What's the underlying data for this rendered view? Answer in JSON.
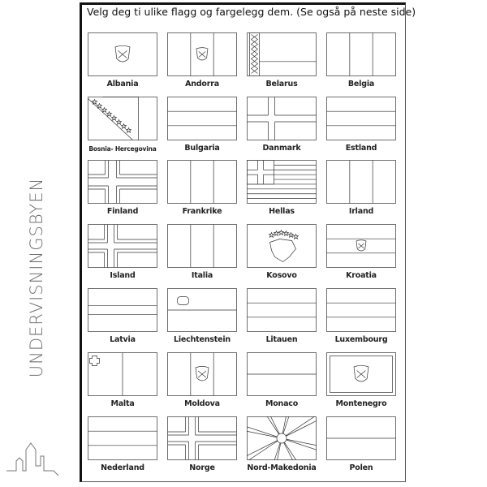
{
  "title": "Velg deg ti ulike flagg og fargelegg dem.  (Se også på neste side)",
  "flags": [
    {
      "name": "Albania"
    },
    {
      "name": "Andorra"
    },
    {
      "name": "Belarus"
    },
    {
      "name": "Belgia"
    },
    {
      "name": "Bosnia- Hercegovina"
    },
    {
      "name": "Bulgaria"
    },
    {
      "name": "Danmark"
    },
    {
      "name": "Estland"
    },
    {
      "name": "Finland"
    },
    {
      "name": "Frankrike"
    },
    {
      "name": "Hellas"
    },
    {
      "name": "Irland"
    },
    {
      "name": "Island"
    },
    {
      "name": "Italia"
    },
    {
      "name": "Kosovo"
    },
    {
      "name": "Kroatia"
    },
    {
      "name": "Latvia"
    },
    {
      "name": "Liechtenstein"
    },
    {
      "name": "Litauen"
    },
    {
      "name": "Luxembourg"
    },
    {
      "name": "Malta"
    },
    {
      "name": "Moldova"
    },
    {
      "name": "Monaco"
    },
    {
      "name": "Montenegro"
    },
    {
      "name": "Nederland"
    },
    {
      "name": "Norge"
    },
    {
      "name": "Nord-Makedonia"
    },
    {
      "name": "Polen"
    }
  ],
  "watermark": "UNDERVISNINGSBYEN"
}
